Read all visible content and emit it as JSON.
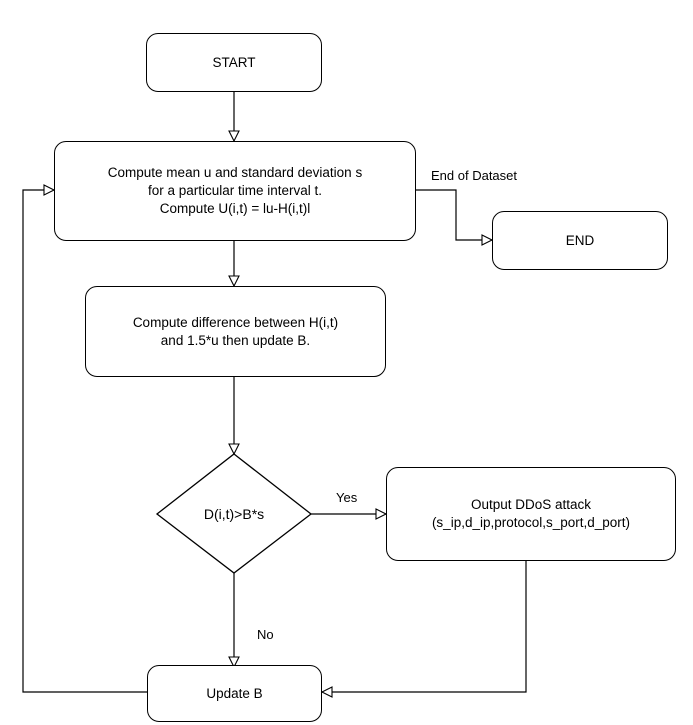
{
  "nodes": {
    "start": {
      "text": "START"
    },
    "compute_mean": {
      "line1": "Compute mean u and standard deviation s",
      "line2": "for a particular time interval t.",
      "line3": "Compute U(i,t) = lu-H(i,t)l"
    },
    "end": {
      "text": "END"
    },
    "compute_difference": {
      "line1": "Compute difference between H(i,t)",
      "line2": "and 1.5*u then update B."
    },
    "decision": {
      "text": "D(i,t)>B*s"
    },
    "output_attack": {
      "line1": "Output DDoS attack",
      "line2": "(s_ip,d_ip,protocol,s_port,d_port)"
    },
    "update_b": {
      "text": "Update B"
    }
  },
  "edge_labels": {
    "end_of_dataset": "End of Dataset",
    "yes": "Yes",
    "no": "No"
  }
}
